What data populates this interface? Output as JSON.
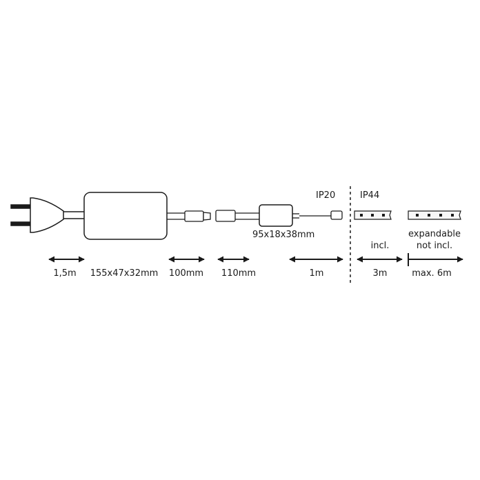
{
  "protection": {
    "left": "IP20",
    "right": "IP44"
  },
  "components": {
    "controller_size": "95x18x38mm"
  },
  "strip_labels": {
    "included_status": "incl.",
    "expandable_line1": "expandable",
    "expandable_line2": "not incl."
  },
  "dimensions": {
    "cable_plug": "1,5m",
    "power_supply": "155x47x32mm",
    "cable_a": "100mm",
    "cable_b": "110mm",
    "cable_controller": "1m",
    "strip_included": "3m",
    "strip_max": "max. 6m"
  },
  "colors": {
    "line": "#1a1a1a",
    "strip_body": "#f7f7f7"
  },
  "icons": {
    "plug": "plug-icon",
    "power_supply": "power-supply-icon",
    "controller": "controller-icon",
    "led_strip": "led-strip-icon"
  }
}
